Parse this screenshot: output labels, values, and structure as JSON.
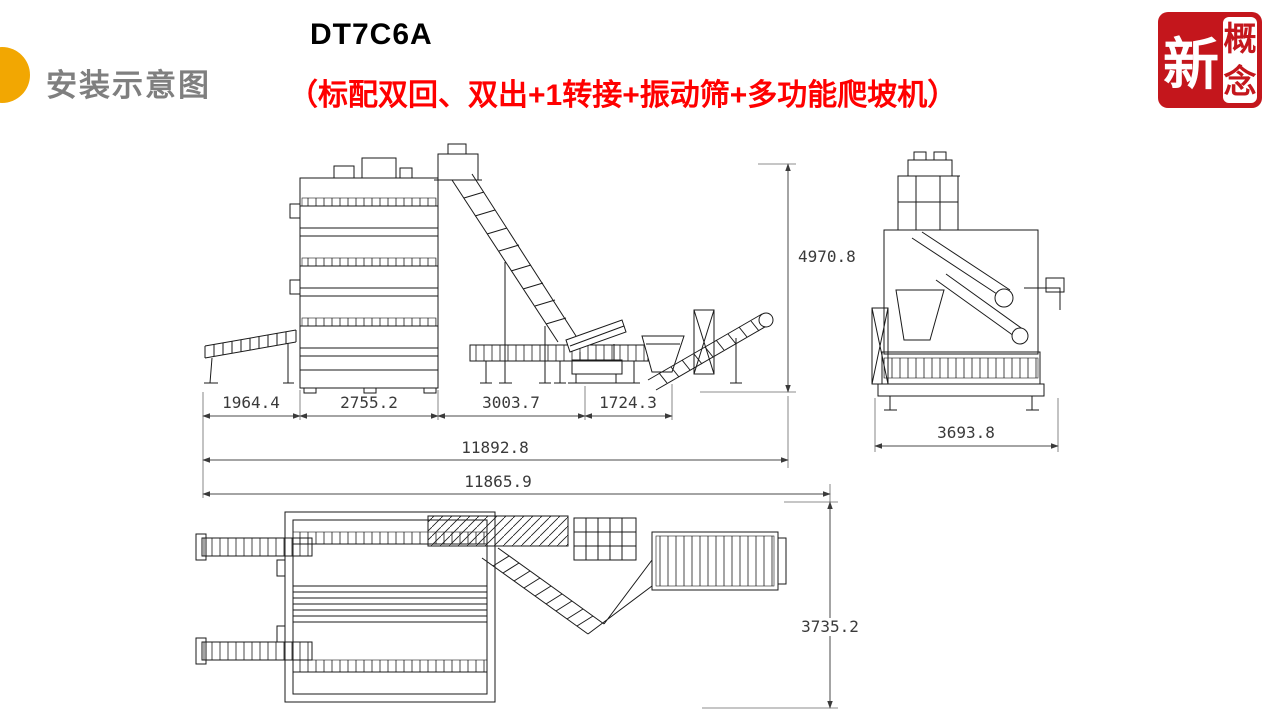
{
  "header": {
    "section_title": "安装示意图",
    "model": "DT7C6A",
    "config": "（标配双回、双出+1转接+振动筛+多功能爬坡机）"
  },
  "seal": {
    "char_main": "新",
    "char_top": "概",
    "char_bottom": "念",
    "color": "#C4161C"
  },
  "drawing": {
    "side_view": {
      "height": "4970.8",
      "segments": [
        "1964.4",
        "2755.2",
        "3003.7",
        "1724.3"
      ],
      "total_length": "11892.8"
    },
    "end_view": {
      "width": "3693.8"
    },
    "plan_view": {
      "length": "11865.9",
      "width": "3735.2"
    }
  }
}
